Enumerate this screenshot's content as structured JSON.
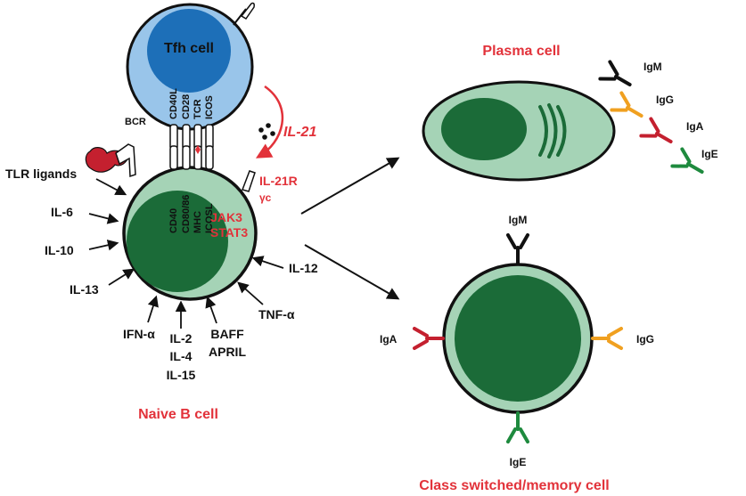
{
  "colors": {
    "tfh_outer": "#99c5ea",
    "tfh_inner": "#1d6fb8",
    "cell_outer": "#a5d3b6",
    "cell_inner": "#1b6b38",
    "accent_red": "#e2323a",
    "igm": "#111111",
    "igg": "#f0a020",
    "iga": "#c4202f",
    "ige": "#1e8a3e"
  },
  "tfh": {
    "label": "Tfh cell"
  },
  "tfh_receptors": [
    "CD40L",
    "CD28",
    "TCR",
    "ICOS"
  ],
  "b_receptors": [
    "CD40",
    "CD80/86",
    "MHC",
    "ICOSL"
  ],
  "bcr_label": "BCR",
  "il21": {
    "label": "IL-21",
    "receptor": "IL-21R",
    "gamma_chain": "γc"
  },
  "signaling": [
    "JAK3",
    "STAT3"
  ],
  "stimuli": {
    "tlr": "TLR ligands",
    "il6": "IL-6",
    "il10": "IL-10",
    "il13": "IL-13",
    "ifn": "IFN-α",
    "il2_group": [
      "IL-2",
      "IL-4",
      "IL-15"
    ],
    "baff_group": [
      "BAFF",
      "APRIL"
    ],
    "tnf": "TNF-α",
    "il12": "IL-12"
  },
  "naive_b": {
    "label": "Naive B cell"
  },
  "plasma": {
    "label": "Plasma cell",
    "antibodies": [
      "IgM",
      "IgG",
      "IgA",
      "IgE"
    ]
  },
  "memory": {
    "label": "Class switched/memory cell",
    "antibodies": {
      "top": "IgM",
      "left": "IgA",
      "right": "IgG",
      "bottom": "IgE"
    }
  }
}
